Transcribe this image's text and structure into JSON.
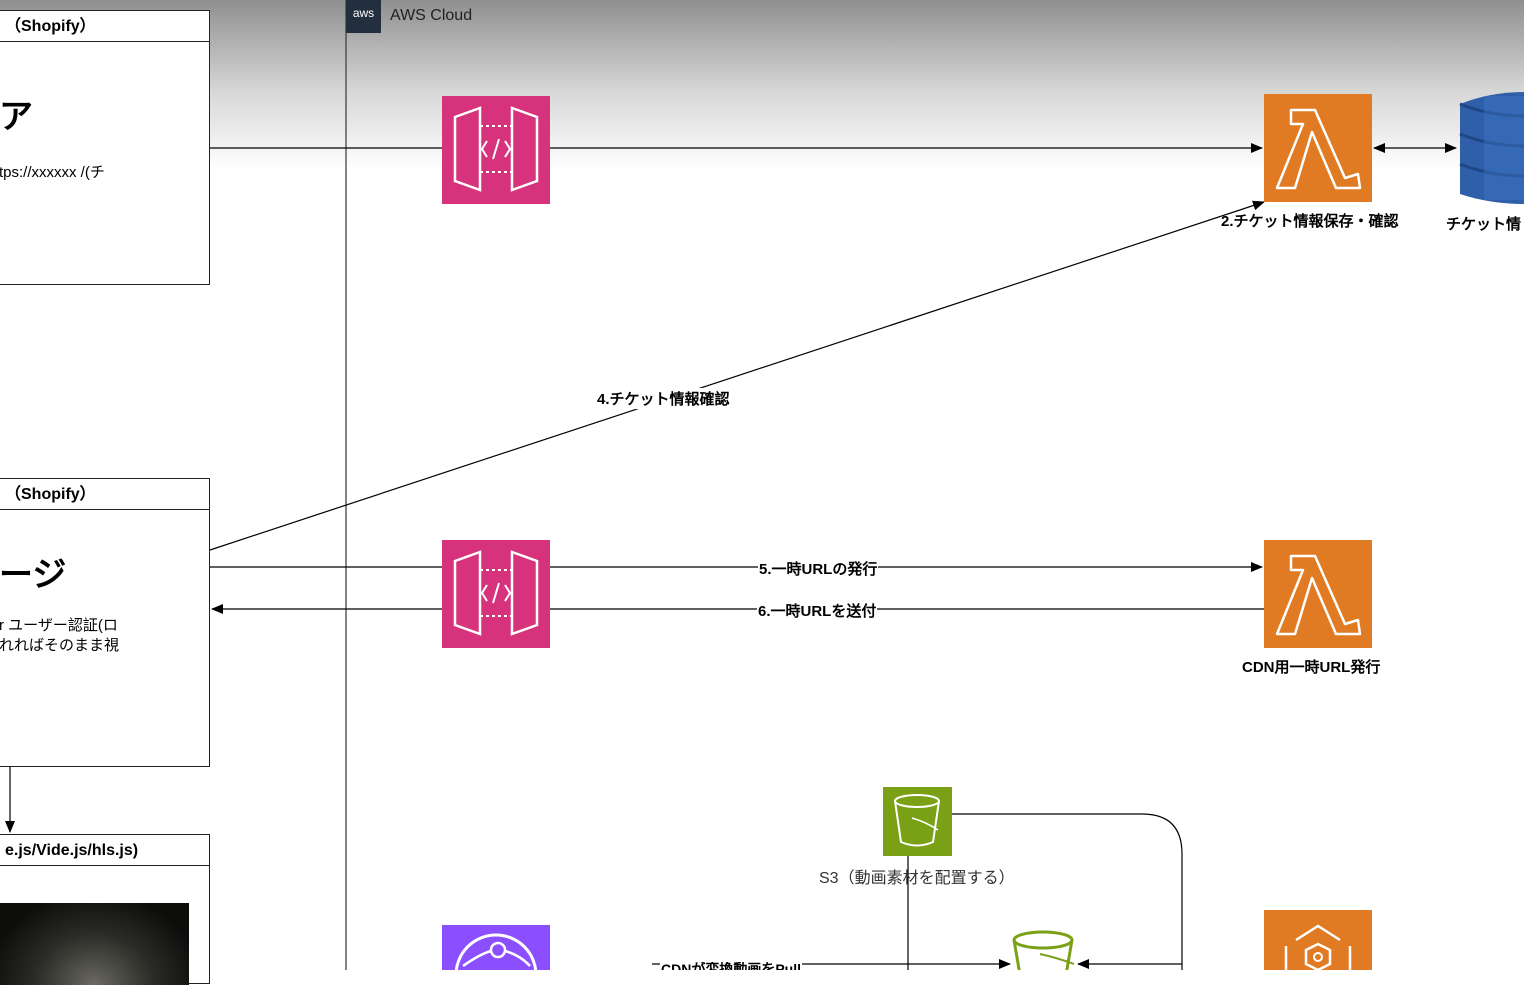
{
  "aws_cloud": {
    "badge": "aws",
    "label": "AWS Cloud"
  },
  "top_box": {
    "header": "（Shopify）",
    "title": "ア",
    "url_text": "tps://xxxxxx /(チ"
  },
  "middle_box": {
    "header": "（Shopify）",
    "title": "ージ",
    "line1": "r ユーザー認証(ロ",
    "line2": "れればそのまま視"
  },
  "bottom_box": {
    "header": "e.js/Vide.js/hls.js)"
  },
  "labels": {
    "lambda_top": "2.チケット情報保存・確認",
    "dynamodb": "チケット情",
    "edge_4": "4.チケット情報確認",
    "edge_5": "5.一時URLの発行",
    "edge_6": "6.一時URLを送付",
    "lambda_mid": "CDN用一時URL発行",
    "s3": "S3（動画素材を配置する）",
    "bottom_cut": "CDNが変換動画をPull"
  },
  "icons": {
    "api_gateway": "api-gateway-icon",
    "lambda": "lambda-icon",
    "dynamodb": "dynamodb-icon",
    "s3": "s3-bucket-icon",
    "cloudfront": "cloudfront-icon",
    "mediaconvert": "mediaconvert-icon"
  },
  "colors": {
    "api_gateway": "#d6337c",
    "lambda": "#e07b24",
    "dynamodb": "#2e5fa8",
    "s3": "#7aa116",
    "cloudfront": "#8c4fff"
  }
}
